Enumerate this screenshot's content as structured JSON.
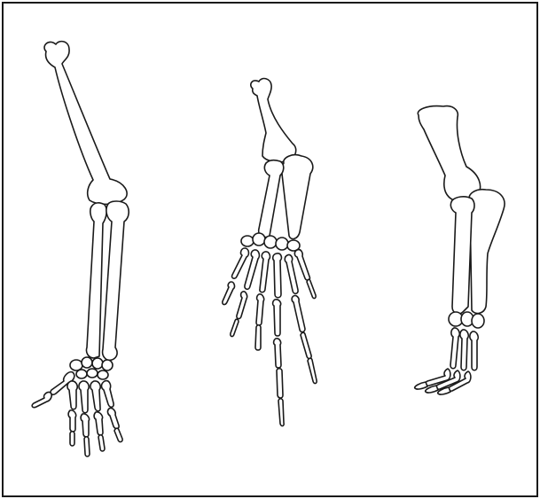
{
  "figure": {
    "colors": {
      "stroke": "#1a1a1a",
      "fill": "#ffffff",
      "background": "#ffffff"
    },
    "limbs": [
      {
        "kind": "human-arm",
        "digits": 5
      },
      {
        "kind": "animal-forelimb",
        "digits": 5
      },
      {
        "kind": "ungulate-forelimb",
        "digits": 3
      }
    ]
  }
}
